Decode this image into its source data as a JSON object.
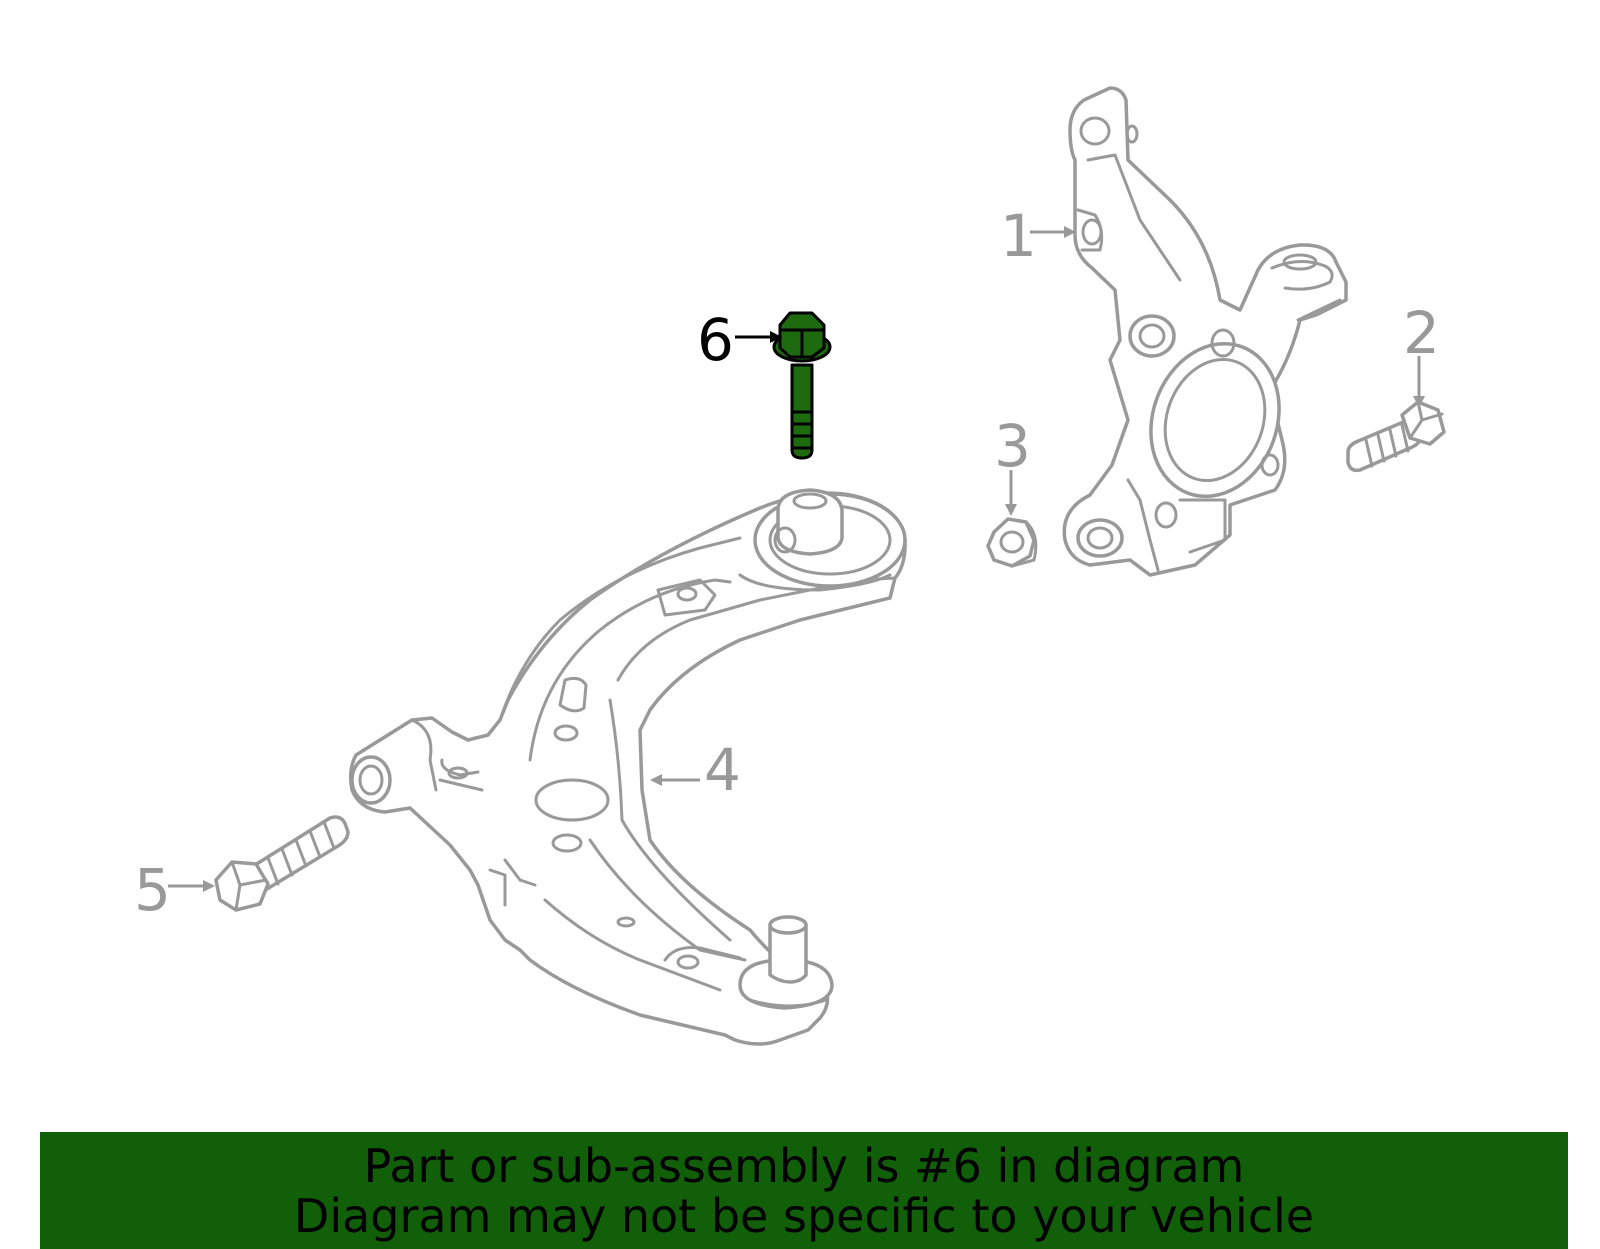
{
  "callouts": [
    {
      "id": "1",
      "label": "1",
      "highlighted": false
    },
    {
      "id": "2",
      "label": "2",
      "highlighted": false
    },
    {
      "id": "3",
      "label": "3",
      "highlighted": false
    },
    {
      "id": "4",
      "label": "4",
      "highlighted": false
    },
    {
      "id": "5",
      "label": "5",
      "highlighted": false
    },
    {
      "id": "6",
      "label": "6",
      "highlighted": true
    }
  ],
  "banner": {
    "line1": "Part or sub-assembly is #6 in diagram",
    "line2": "Diagram may not be specific to your vehicle"
  },
  "colors": {
    "highlight_part": "#1e6a0f",
    "banner_background": "#115f08",
    "outline": "#999999"
  }
}
